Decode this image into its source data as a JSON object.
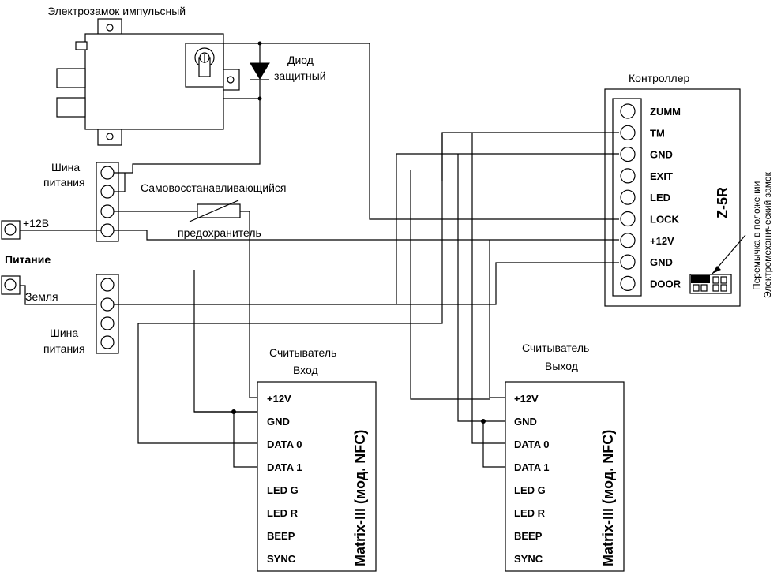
{
  "lock": {
    "title": "Электрозамок импульсный"
  },
  "diode": {
    "label_line1": "Диод",
    "label_line2": "защитный"
  },
  "controller": {
    "title": "Контроллер",
    "model": "Z-5R",
    "terminals": [
      "ZUMM",
      "TM",
      "GND",
      "EXIT",
      "LED",
      "LOCK",
      "+12V",
      "GND",
      "DOOR"
    ]
  },
  "jumper": {
    "note_line1": "Перемычка в положении",
    "note_line2": "Электромеханический замок"
  },
  "power": {
    "bus_top_line1": "Шина",
    "bus_top_line2": "питания",
    "bus_bottom_line1": "Шина",
    "bus_bottom_line2": "питания",
    "plus_label": "+12В",
    "section_label": "Питание",
    "ground_label": "Земля"
  },
  "fuse": {
    "label_line1": "Самовосстанавливающийся",
    "label_line2": "предохранитель"
  },
  "reader_in": {
    "title_line1": "Считыватель",
    "title_line2": "Вход",
    "model": "Matrix-III (мод. NFC)",
    "pins": [
      "+12V",
      "GND",
      "DATA 0",
      "DATA 1",
      "LED G",
      "LED R",
      "BEEP",
      "SYNC"
    ]
  },
  "reader_out": {
    "title_line1": "Считыватель",
    "title_line2": "Выход",
    "model": "Matrix-III (мод. NFC)",
    "pins": [
      "+12V",
      "GND",
      "DATA 0",
      "DATA 1",
      "LED G",
      "LED R",
      "BEEP",
      "SYNC"
    ]
  }
}
